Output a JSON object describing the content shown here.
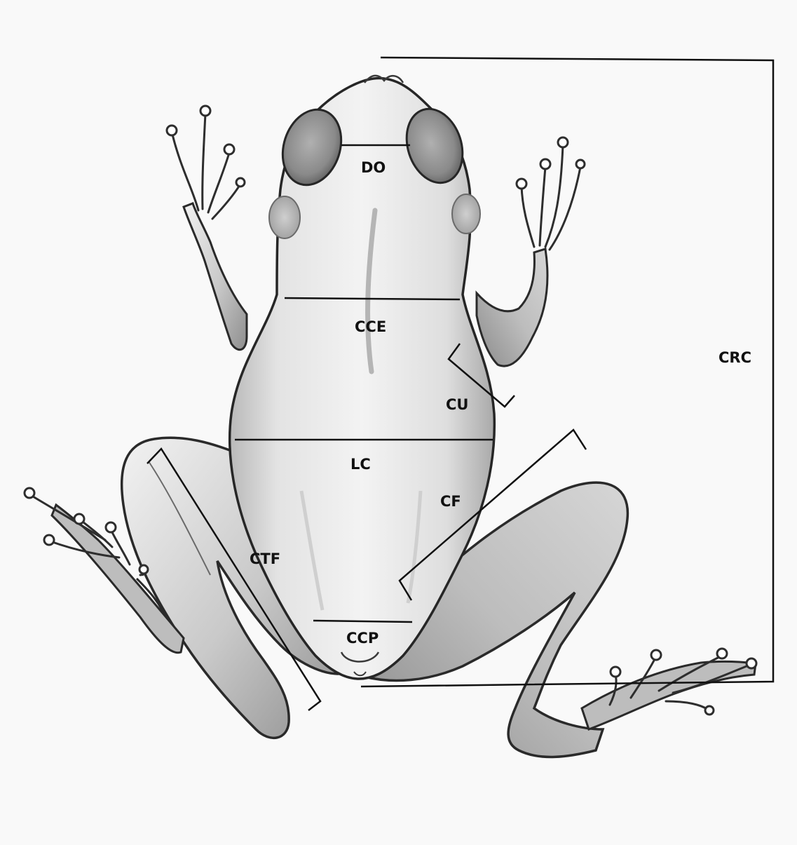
{
  "labels": {
    "do": "DO",
    "cce": "CCE",
    "cu": "CU",
    "crc": "CRC",
    "lc": "LC",
    "cf": "CF",
    "ctf": "CTF",
    "ccp": "CCP"
  },
  "colors": {
    "paper": "#f9f9f9",
    "ink": "#111111",
    "skin_light": "#f0f0f0",
    "skin_mid": "#c4c4c4",
    "skin_dark": "#7a7a7a"
  }
}
